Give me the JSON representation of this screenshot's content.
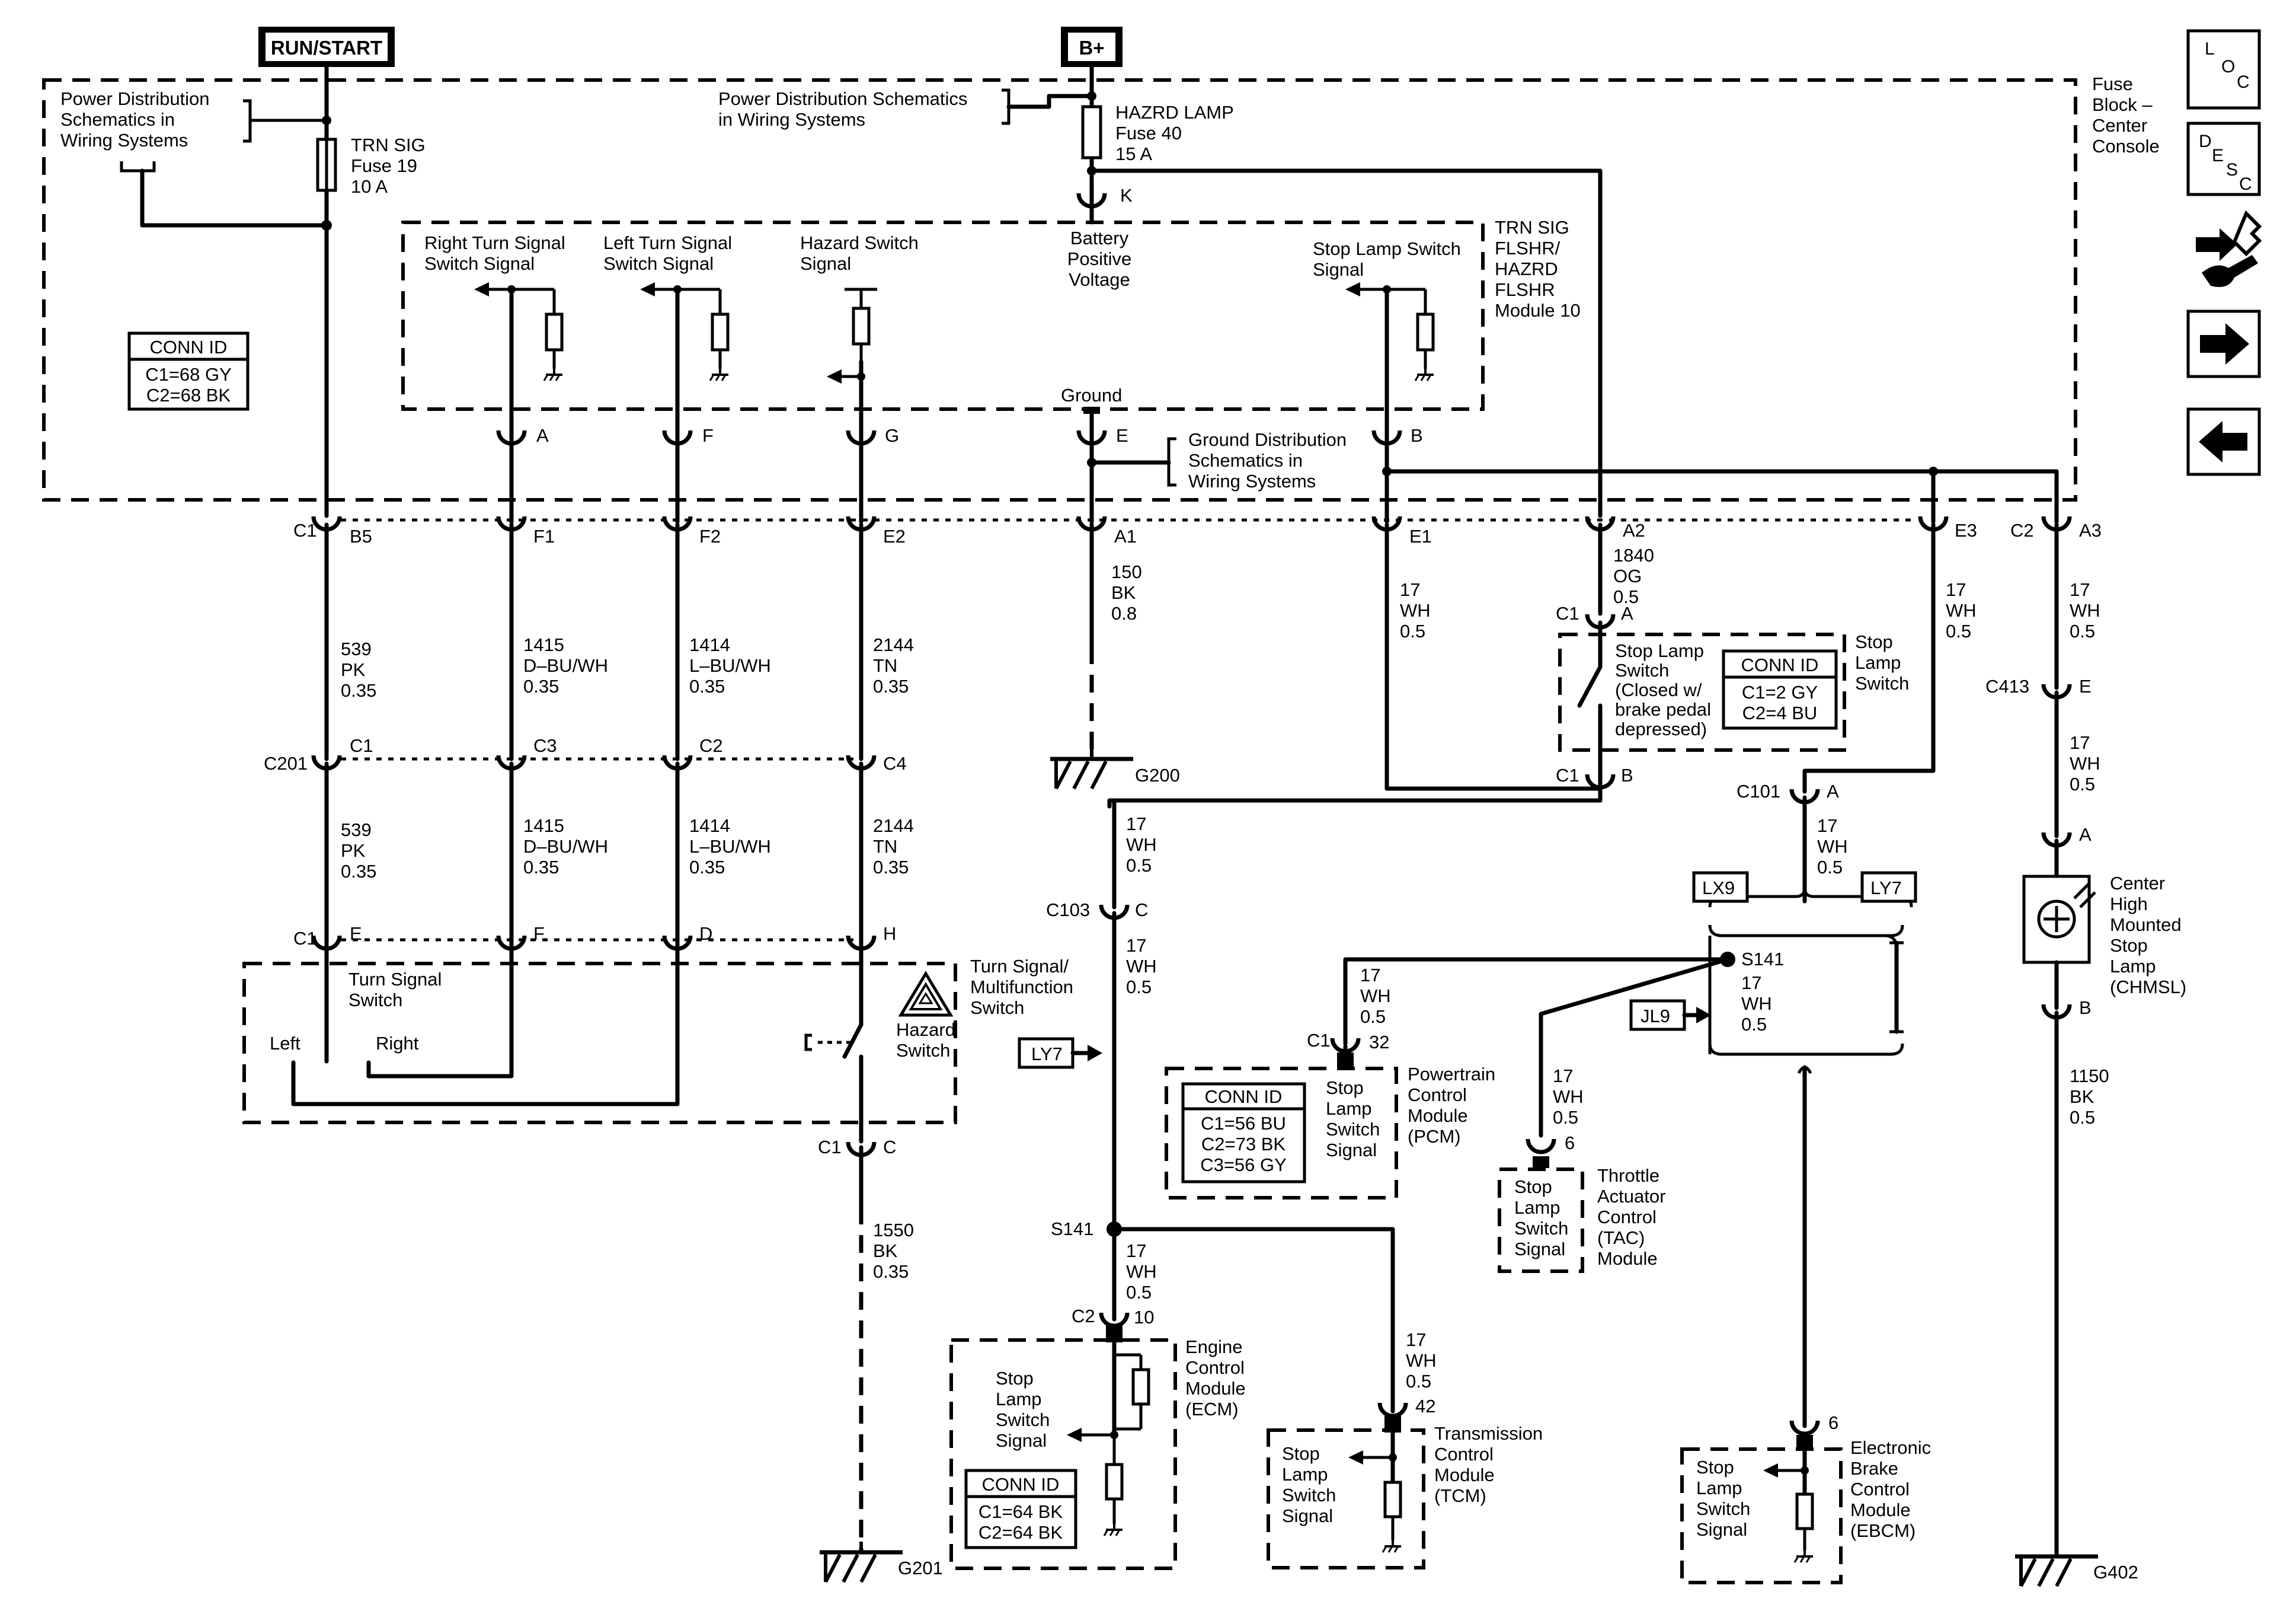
{
  "source": {
    "run_start": "RUN/START",
    "bplus": "B+"
  },
  "fuse_block": {
    "label": [
      "Fuse",
      "Block –",
      "Center",
      "Console"
    ]
  },
  "power_dist_left": [
    "Power Distribution",
    "Schematics in",
    "Wiring  Systems"
  ],
  "power_dist_right": [
    "Power Distribution Schematics",
    "in Wiring Systems"
  ],
  "fuse19": [
    "TRN SIG",
    "Fuse 19",
    "10 A"
  ],
  "fuse40": [
    "HAZRD LAMP",
    "Fuse 40",
    "15 A"
  ],
  "conn_id_fuse_block": {
    "title": "CONN ID",
    "rows": [
      "C1=68 GY",
      "C2=68 BK"
    ]
  },
  "module10": {
    "name": [
      "TRN SIG",
      "FLSHR/",
      "HAZRD",
      "FLSHR",
      "Module 10"
    ],
    "right_turn": [
      "Right Turn Signal",
      "Switch Signal"
    ],
    "left_turn": [
      "Left Turn Signal",
      "Switch Signal"
    ],
    "hazard": [
      "Hazard Switch",
      "Signal"
    ],
    "battery": [
      "Battery",
      "Positive",
      "Voltage"
    ],
    "stop_lamp": [
      "Stop Lamp Switch",
      "Signal"
    ],
    "ground": "Ground",
    "pins": {
      "k": "K",
      "a": "A",
      "f": "F",
      "g": "G",
      "e": "E",
      "b": "B"
    }
  },
  "ground_dist": [
    "Ground Distribution",
    "Schematics in",
    "Wiring  Systems"
  ],
  "connector_row_c1": {
    "c1": "C1",
    "c2": "C2",
    "b5": "B5",
    "f1": "F1",
    "f2": "F2",
    "e2": "E2",
    "a1": "A1",
    "e1": "E1",
    "a2": "A2",
    "e3": "E3",
    "a3": "A3"
  },
  "wires": {
    "pk_top": [
      "539",
      "PK",
      "0.35"
    ],
    "dbu_top": [
      "1415",
      "D–BU/WH",
      "0.35"
    ],
    "lbu_top": [
      "1414",
      "L–BU/WH",
      "0.35"
    ],
    "tn_top": [
      "2144",
      "TN",
      "0.35"
    ],
    "bk150": [
      "150",
      "BK",
      "0.8"
    ],
    "wh_e1": [
      "17",
      "WH",
      "0.5"
    ],
    "og1840": [
      "1840",
      "OG",
      "0.5"
    ],
    "wh_e3": [
      "17",
      "WH",
      "0.5"
    ],
    "wh_a3": [
      "17",
      "WH",
      "0.5"
    ],
    "pk_bot": [
      "539",
      "PK",
      "0.35"
    ],
    "dbu_bot": [
      "1415",
      "D–BU/WH",
      "0.35"
    ],
    "lbu_bot": [
      "1414",
      "L–BU/WH",
      "0.35"
    ],
    "tn_bot": [
      "2144",
      "TN",
      "0.35"
    ],
    "wh_c413": [
      "17",
      "WH",
      "0.5"
    ],
    "wh_main1": [
      "17",
      "WH",
      "0.5"
    ],
    "wh_main2": [
      "17",
      "WH",
      "0.5"
    ],
    "wh_c101": [
      "17",
      "WH",
      "0.5"
    ],
    "wh_pcm": [
      "17",
      "WH",
      "0.5"
    ],
    "wh_s141r": [
      "17",
      "WH",
      "0.5"
    ],
    "wh_tac": [
      "17",
      "WH",
      "0.5"
    ],
    "wh_ecm": [
      "17",
      "WH",
      "0.5"
    ],
    "wh_tcm": [
      "17",
      "WH",
      "0.5"
    ],
    "bk1550": [
      "1550",
      "BK",
      "0.35"
    ],
    "bk1150": [
      "1150",
      "BK",
      "0.5"
    ]
  },
  "c201": {
    "name": "C201",
    "pins": [
      "C1",
      "C3",
      "C2",
      "C4"
    ]
  },
  "g200": "G200",
  "g201": "G201",
  "g402": "G402",
  "stop_lamp_switch": {
    "c1a": "C1",
    "pin_a": "A",
    "c1b": "C1",
    "pin_b": "B",
    "text": [
      "Stop Lamp",
      "Switch",
      "(Closed w/",
      "brake pedal",
      "depressed)"
    ],
    "name": [
      "Stop",
      "Lamp",
      "Switch"
    ],
    "conn_title": "CONN ID",
    "conn_rows": [
      "C1=2 GY",
      "C2=4 BU"
    ]
  },
  "c413": {
    "name": "C413",
    "pin": "E"
  },
  "chmsl": {
    "pin_a": "A",
    "pin_b": "B",
    "label": [
      "Center",
      "High",
      "Mounted",
      "Stop",
      "Lamp",
      "(CHMSL)"
    ]
  },
  "turn_switch": {
    "c1": "C1",
    "pins": [
      "E",
      "F",
      "D",
      "H"
    ],
    "label": [
      "Turn Signal",
      "Switch"
    ],
    "left": "Left",
    "right": "Right",
    "hazard": [
      "Hazard",
      "Switch"
    ],
    "multifunction": [
      "Turn Signal/",
      "Multifunction",
      "Switch"
    ],
    "c1c": "C1",
    "pin_c": "C"
  },
  "c103": {
    "name": "C103",
    "pin": "C"
  },
  "c101": {
    "name": "C101",
    "pin": "A"
  },
  "options": {
    "lx9": "LX9",
    "ly7": "LY7",
    "ly7_left": "LY7",
    "jl9": "JL9"
  },
  "s141_right": "S141",
  "s141_left": "S141",
  "pcm": {
    "c1": "C1",
    "pin": "32",
    "signal": [
      "Stop",
      "Lamp",
      "Switch",
      "Signal"
    ],
    "name": [
      "Powertrain",
      "Control",
      "Module",
      "(PCM)"
    ],
    "conn_title": "CONN ID",
    "conn_rows": [
      "C1=56 BU",
      "C2=73 BK",
      "C3=56 GY"
    ]
  },
  "tac": {
    "pin": "6",
    "signal": [
      "Stop",
      "Lamp",
      "Switch",
      "Signal"
    ],
    "name": [
      "Throttle",
      "Actuator",
      "Control",
      "(TAC)",
      "Module"
    ]
  },
  "ecm": {
    "c2": "C2",
    "pin": "10",
    "signal": [
      "Stop",
      "Lamp",
      "Switch",
      "Signal"
    ],
    "name": [
      "Engine",
      "Control",
      "Module",
      "(ECM)"
    ],
    "conn_title": "CONN ID",
    "conn_rows": [
      "C1=64 BK",
      "C2=64 BK"
    ]
  },
  "tcm": {
    "pin": "42",
    "signal": [
      "Stop",
      "Lamp",
      "Switch",
      "Signal"
    ],
    "name": [
      "Transmission",
      "Control",
      "Module",
      "(TCM)"
    ]
  },
  "ebcm": {
    "pin": "6",
    "signal": [
      "Stop",
      "Lamp",
      "Switch",
      "Signal"
    ],
    "name": [
      "Electronic",
      "Brake",
      "Control",
      "Module",
      "(EBCM)"
    ]
  },
  "nav": {
    "loc": [
      "L",
      "O",
      "C"
    ],
    "desc": [
      "D",
      "E",
      "S",
      "C"
    ]
  }
}
